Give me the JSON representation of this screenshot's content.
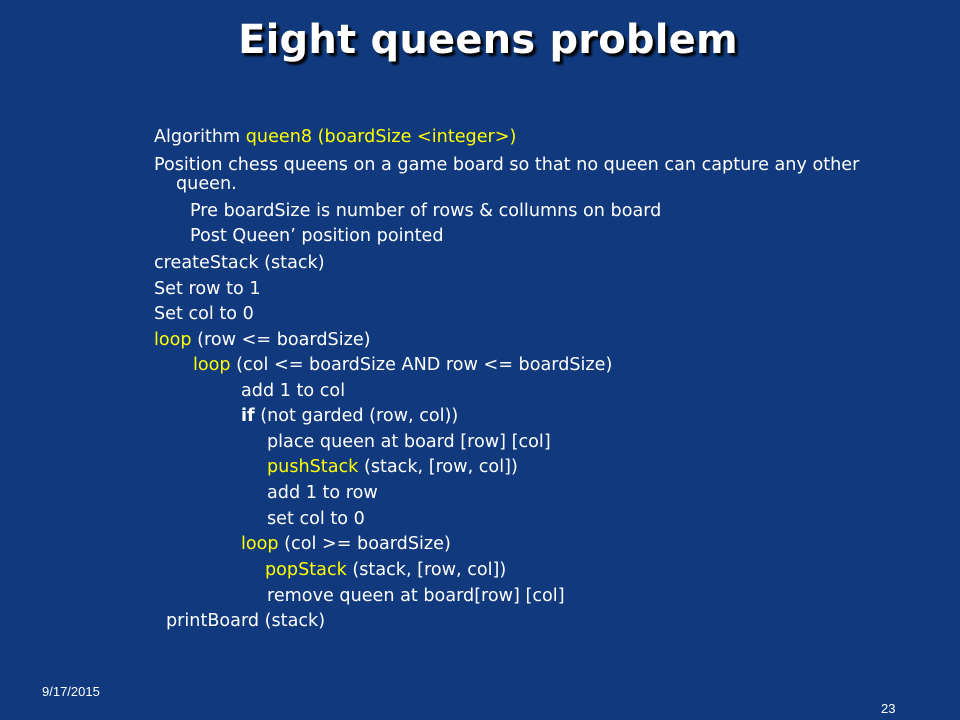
{
  "slide": {
    "title": "Eight queens problem",
    "date": "9/17/2015",
    "page_number": "23",
    "code": {
      "algorithm_prefix": "Algorithm ",
      "algorithm_signature": "queen8 (boardSize <integer>)",
      "purpose_line1": "Position chess queens on a game board so that no queen can capture any other",
      "purpose_line2": "queen.",
      "pre": "Pre  boardSize is number of rows & collumns on board",
      "post": "Post  Queen’ position pointed",
      "create_stack": "createStack (stack)",
      "set_row": "Set row to 1",
      "set_col": "Set col to 0",
      "loop_outer_keyword": "loop",
      "loop_outer_rest": " (row <= boardSize)",
      "loop_inner_keyword": "loop",
      "loop_inner_rest": " (col <= boardSize AND row <= boardSize)",
      "add_col": "add 1 to col",
      "if_keyword": "if",
      "if_rest": " (not garded (row, col))",
      "place_queen": "place queen at board [row] [col]",
      "push_keyword": "pushStack",
      "push_rest": " (stack, [row, col])",
      "add_row": "add 1 to row",
      "reset_col": "set col to 0",
      "loop_back_keyword": "loop",
      "loop_back_rest": " (col >= boardSize)",
      "pop_keyword": "popStack",
      "pop_rest": " (stack, [row, col])",
      "remove_queen": "remove queen at board[row] [col]",
      "print_board": "printBoard (stack)"
    }
  },
  "colors": {
    "background": "#113a7e",
    "text": "#ffffff",
    "keyword": "#ffff00"
  }
}
